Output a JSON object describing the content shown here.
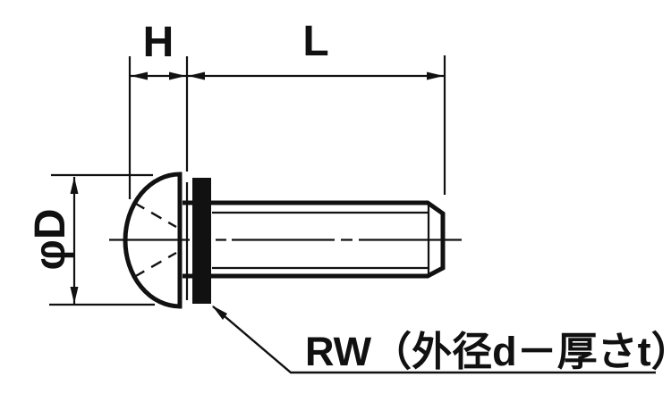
{
  "drawing": {
    "labels": {
      "head_height": "H",
      "shaft_length": "L",
      "head_diameter": "φD",
      "washer_callout": "RW（外径d－厚さt）"
    },
    "colors": {
      "line": "#111111",
      "background": "#ffffff",
      "washer_fill": "#111111"
    }
  }
}
